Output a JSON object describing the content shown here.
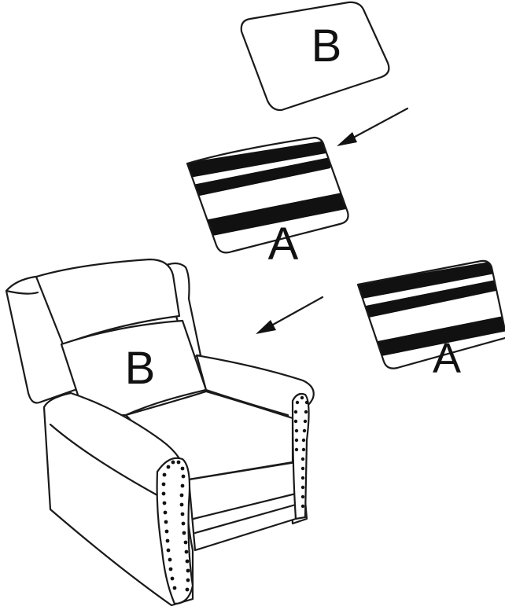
{
  "labels": {
    "cushion_top_letter": "B",
    "middle_pad_letter": "A",
    "right_pad_letter": "A",
    "chair_back_letter": "B"
  },
  "colors": {
    "ink": "#111111",
    "background": "#ffffff"
  },
  "icons": {
    "arrow_upper": "arrow-down-left-icon",
    "arrow_lower": "arrow-down-left-icon"
  }
}
